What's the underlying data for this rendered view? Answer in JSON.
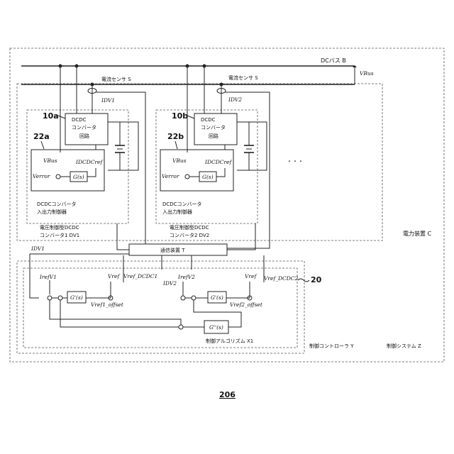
{
  "diagram": {
    "dc_bus": "DCバス B",
    "v_bus": "VBus",
    "sensor_1": "電流センサ S",
    "sensor_2": "電流センサ S",
    "i_dv1": "IDV1",
    "i_dv2": "IDV2",
    "ref_10a": "10a",
    "ref_10b": "10b",
    "ref_22a": "22a",
    "ref_22b": "22b",
    "conv_a": [
      "DCDC",
      "コンバータ",
      "回路"
    ],
    "conv_b": [
      "DCDC",
      "コンバータ",
      "回路"
    ],
    "vbus_a": "VBus",
    "idcdcref_a": "IDCDCref",
    "verror_a": "Verror",
    "gs_a": "G(s)",
    "vbus_b": "VBus",
    "idcdcref_b": "IDCDCref",
    "verror_b": "Verror",
    "gs_b": "G(s)",
    "io_ctrl_a": [
      "DCDCコンバータ",
      "入出力制御器"
    ],
    "io_ctrl_b": [
      "DCDCコンバータ",
      "入出力制御器"
    ],
    "dv1_label": [
      "電圧制御型DCDC",
      "コンバータ1 DV1"
    ],
    "dv2_label": [
      "電圧制御型DCDC",
      "コンバータ2 DV2"
    ],
    "ellipsis": "・・・",
    "power_device": "電力装置 C",
    "comm_device": "通信装置 T",
    "i_dv1_low": "IDV1",
    "irefv1": "IrefV1",
    "vref_1": "Vref",
    "vref_dcdc1": "Vref_DCDC1",
    "irefv2": "IrefV2",
    "idv2_low": "IDV2",
    "vref_2": "Vref",
    "vref_dcdc2": "Vref_DCDC2",
    "ref_20": "20",
    "gp1": "G'(s)",
    "gp2": "G'(s)",
    "vref1_offset": "Vref1_offset",
    "vref2_offset": "Vref2_offset",
    "gpp": "G''(s)",
    "algorithm": "制御アルゴリズム X1",
    "controller": "制御コントローラ Y",
    "control_system": "制御システム Z",
    "page_number": "206"
  }
}
